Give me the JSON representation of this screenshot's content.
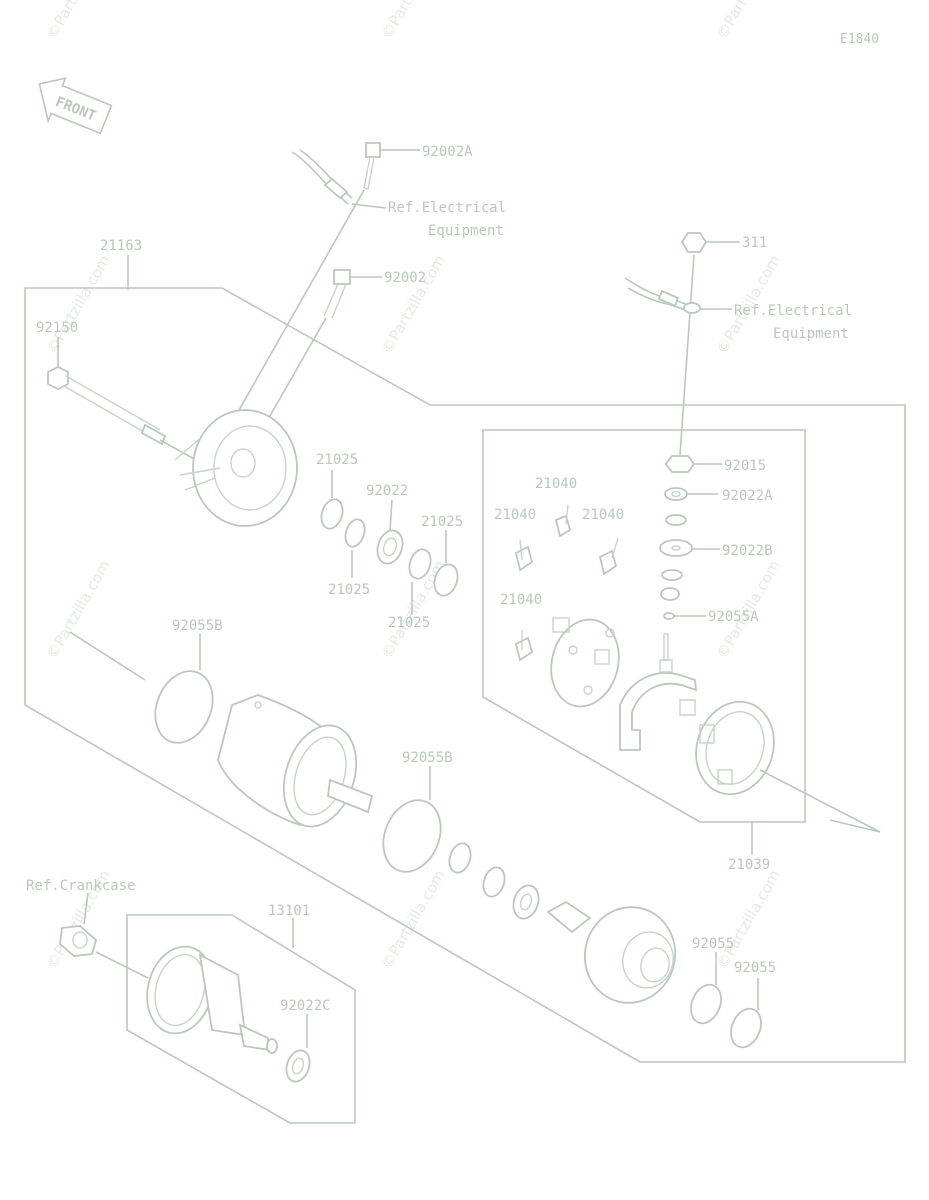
{
  "diagram_code": "E1840",
  "front_arrow_label": "FRONT",
  "watermark": "©Partzilla.com",
  "labels": {
    "p92002A": "92002A",
    "ref_elec_1a": "Ref.Electrical",
    "ref_elec_1b": "Equipment",
    "p21163": "21163",
    "p92002": "92002",
    "p311": "311",
    "ref_elec_2a": "Ref.Electrical",
    "ref_elec_2b": "Equipment",
    "p92150": "92150",
    "p21025_a": "21025",
    "p92022": "92022",
    "p21025_b": "21025",
    "p21025_c": "21025",
    "p21025_d": "21025",
    "p92015": "92015",
    "p92022A": "92022A",
    "p21040_a": "21040",
    "p21040_b": "21040",
    "p21040_c": "21040",
    "p21040_d": "21040",
    "p92022B": "92022B",
    "p92055A": "92055A",
    "p92055B_a": "92055B",
    "p92055B_b": "92055B",
    "p21039": "21039",
    "ref_crank": "Ref.Crankcase",
    "p13101": "13101",
    "p92022C": "92022C",
    "p92055_a": "92055",
    "p92055_b": "92055"
  }
}
